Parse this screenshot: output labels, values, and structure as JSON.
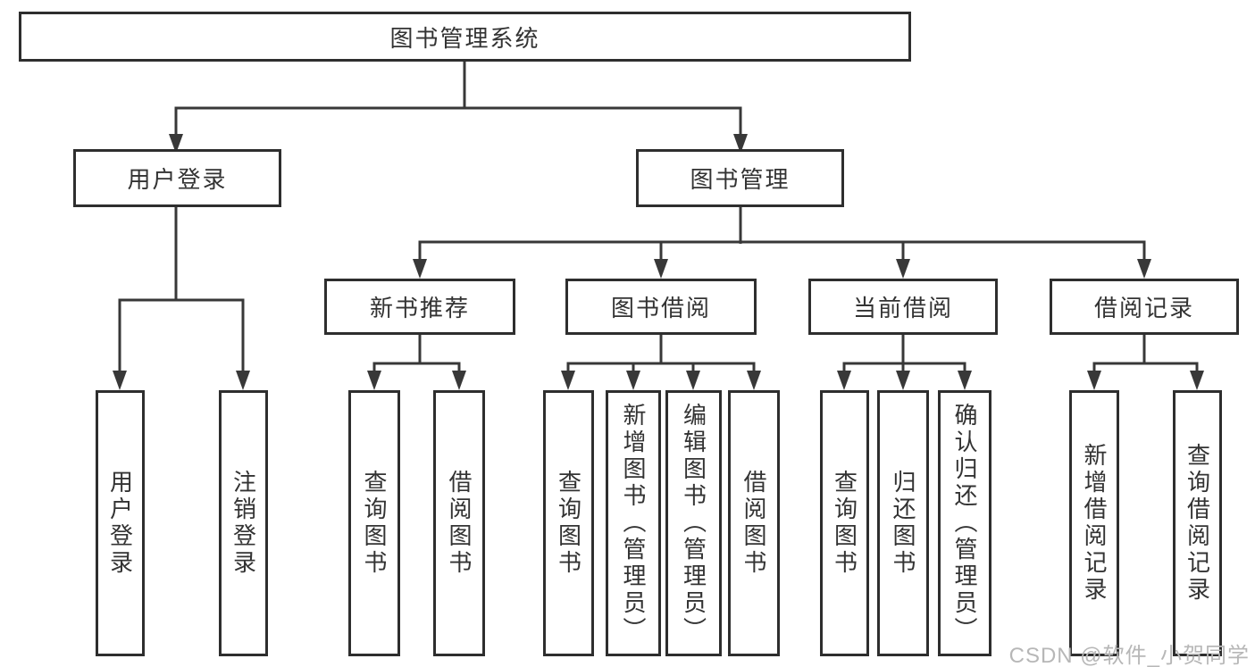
{
  "diagram": {
    "root": "图书管理系统",
    "user_login": {
      "label": "用户登录",
      "children": {
        "login": "用户登录",
        "logout": "注销登录"
      }
    },
    "book_mgmt": {
      "label": "图书管理",
      "new_book_rec": {
        "label": "新书推荐",
        "children": {
          "query": "查询图书",
          "borrow": "借阅图书"
        }
      },
      "book_borrow": {
        "label": "图书借阅",
        "children": {
          "query": "查询图书",
          "add": "新增图书（管理员）",
          "edit": "编辑图书（管理员）",
          "borrow": "借阅图书"
        }
      },
      "current_borrow": {
        "label": "当前借阅",
        "children": {
          "query": "查询图书",
          "return": "归还图书",
          "confirm": "确认归还（管理员）"
        }
      },
      "borrow_records": {
        "label": "借阅记录",
        "children": {
          "add": "新增借阅记录",
          "query": "查询借阅记录"
        }
      }
    }
  },
  "watermark": "CSDN @软件_小贺同学",
  "colors": {
    "line": "#383838",
    "box_border": "#2e2e2e",
    "text": "#333333",
    "watermark": "#b7b7b7",
    "background": "#ffffff"
  }
}
